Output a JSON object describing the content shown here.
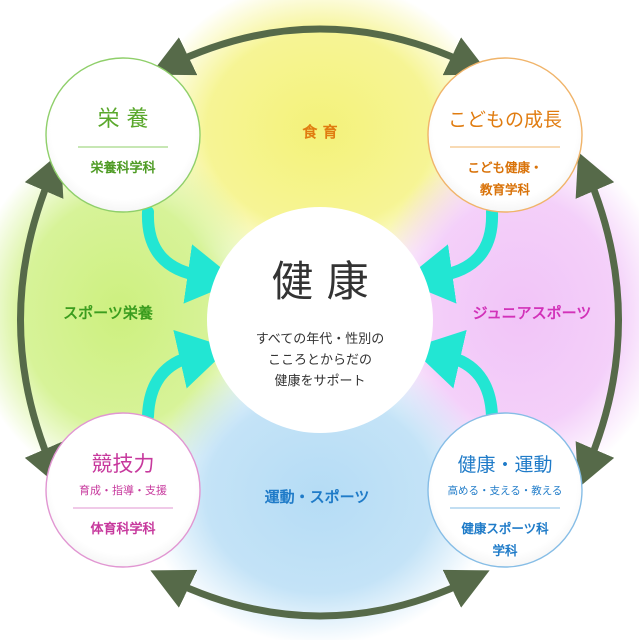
{
  "center": {
    "title": "健 康",
    "lines": [
      "すべての年代・性別の",
      "こころとからだの",
      "健康をサポート"
    ]
  },
  "nodes": {
    "top_left": {
      "title": "栄 養",
      "sub": [],
      "dept": [
        "栄養科学科"
      ],
      "color": "#5aa82c"
    },
    "top_right": {
      "title": "こどもの成長",
      "sub": [],
      "dept": [
        "こども健康・",
        "教育学科"
      ],
      "color": "#e07c10"
    },
    "bottom_left": {
      "title": "競技力",
      "sub": [
        "育成・指導・支援"
      ],
      "dept": [
        "体育科学科"
      ],
      "color": "#c7399d"
    },
    "bottom_right": {
      "title": "健康・運動",
      "sub": [
        "高める・支える・教える"
      ],
      "dept": [
        "健康スポーツ科",
        "学科"
      ],
      "color": "#1f7bc8"
    }
  },
  "sectors": {
    "top": {
      "label": "食 育",
      "color": "#e07c10",
      "fill": "#f4f27a"
    },
    "left": {
      "label": "スポーツ栄養",
      "color": "#3b9d1e",
      "fill": "#cdf07f"
    },
    "right": {
      "label": "ジュニアスポーツ",
      "color": "#d232b9",
      "fill": "#f1c4f8"
    },
    "bottom": {
      "label": "運動・スポーツ",
      "color": "#1f7bc8",
      "fill": "#b5dcf5"
    }
  },
  "colors": {
    "outer_arrow": "#566a49",
    "inner_arrow": "#22e6d3"
  }
}
